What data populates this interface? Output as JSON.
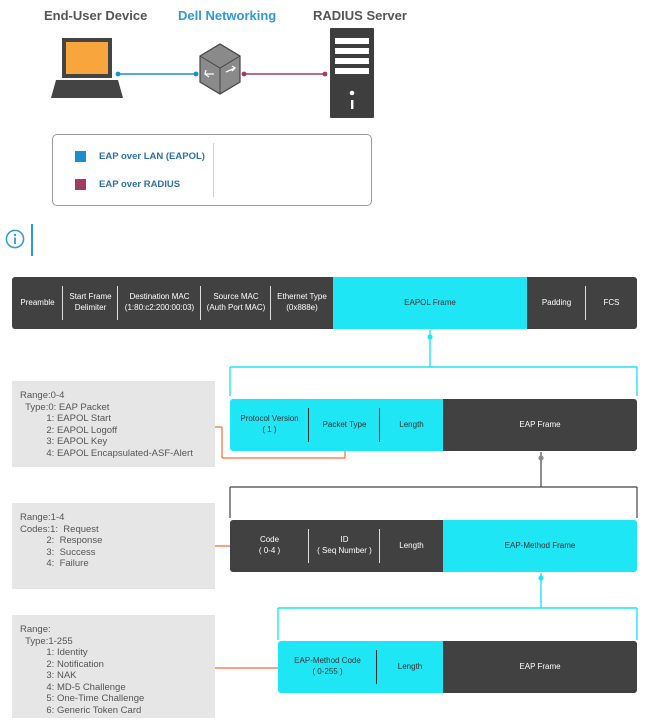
{
  "header": {
    "end_user": "End-User Device",
    "switch": "Dell Networking",
    "radius": "RADIUS Server"
  },
  "legend": {
    "eapol": "EAP over LAN (EAPOL)",
    "eap_radius": "EAP over RADIUS"
  },
  "colors": {
    "blue": "#1a8fd0",
    "maroon": "#a23a62",
    "cyan": "#1ee6f4",
    "dark": "#414141",
    "orange": "#f26c3a"
  },
  "icons": [
    "laptop-icon",
    "switch-icon",
    "server-icon",
    "info-icon"
  ],
  "frame": [
    "Preamble",
    "Start Frame\nDelimiter",
    "Destination MAC\n(1:80:c2:200:00:03)",
    "Source MAC\n(Auth Port MAC)",
    "Ethernet Type\n(0x888e)",
    "EAPOL Frame",
    "Padding",
    "FCS"
  ],
  "eapol": [
    "Protocol Version\n( 1 )",
    "Packet Type",
    "Length",
    "EAP Frame"
  ],
  "eap": [
    "Code\n( 0-4 )",
    "ID\n( Seq Number )",
    "Length",
    "EAP-Method Frame"
  ],
  "method": [
    "EAP-Method Code\n( 0-255 )",
    "Length",
    "EAP Frame"
  ],
  "notes": {
    "packet_type": "Range:0-4\n  Type:0: EAP Packet\n          1: EAPOL Start\n          2: EAPOL Logoff\n          3: EAPOL Key\n          4: EAPOL Encapsulated-ASF-Alert",
    "code": "Range:1-4\nCodes:1:  Request\n          2:  Response\n          3:  Success\n          4:  Failure",
    "method_code": "Range:\n  Type:1-255\n          1: Identity\n          2: Notification\n          3: NAK\n          4: MD-5 Challenge\n          5: One-Time Challenge\n          6: Generic Token Card"
  }
}
